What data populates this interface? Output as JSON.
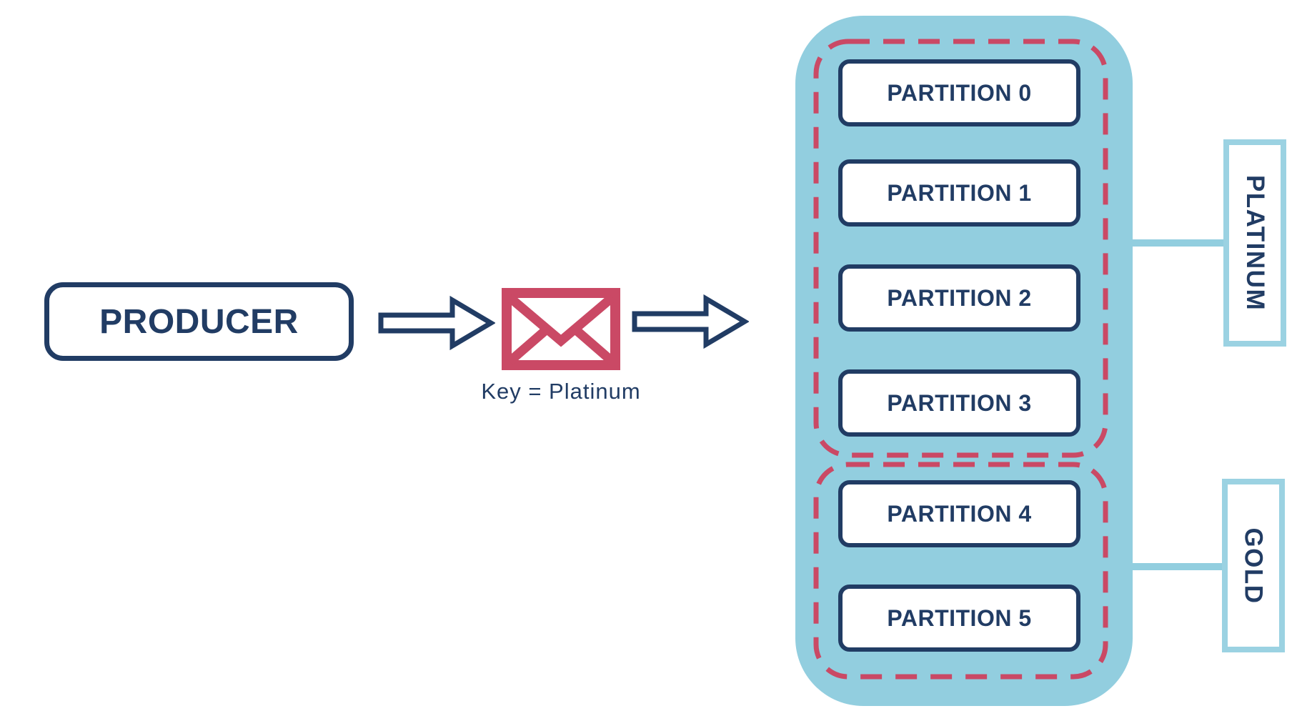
{
  "colors": {
    "navy": "#213C64",
    "light_blue": "#92CEDF",
    "accent_red": "#CA4965",
    "white": "#FFFFFF"
  },
  "producer": {
    "label": "PRODUCER"
  },
  "message": {
    "icon": "envelope-icon",
    "key_label": "Key = Platinum"
  },
  "topic": {
    "partitions": [
      "PARTITION 0",
      "PARTITION 1",
      "PARTITION 2",
      "PARTITION 3",
      "PARTITION 4",
      "PARTITION 5"
    ]
  },
  "consumers": [
    {
      "label": "PLATINUM",
      "partitions_covered": "PARTITION 0 - PARTITION 3"
    },
    {
      "label": "GOLD",
      "partitions_covered": "PARTITION 4 - PARTITION 5"
    }
  ]
}
